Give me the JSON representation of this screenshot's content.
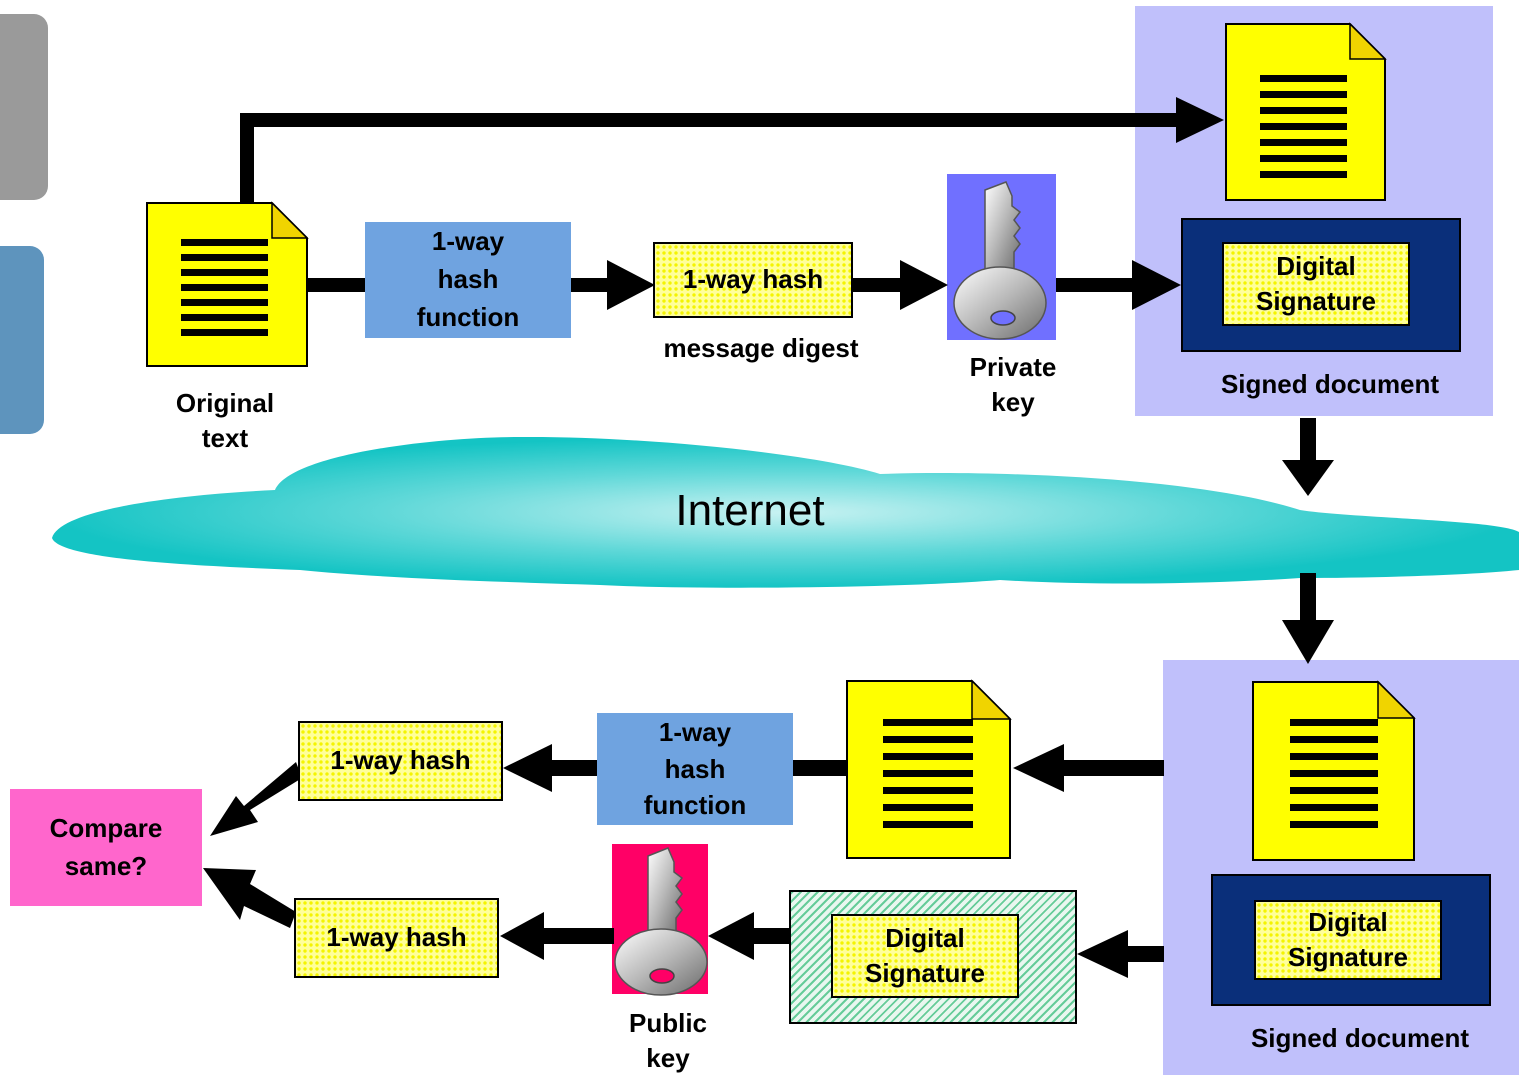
{
  "sender": {
    "original_text_label": "Original\ntext",
    "hash_function_label": "1-way\nhash\nfunction",
    "hash_label": "1-way hash",
    "message_digest_label": "message digest",
    "private_key_label": "Private\nkey",
    "signature_label": "Digital\nSignature",
    "signed_document_label": "Signed document"
  },
  "network": {
    "internet_label": "Internet"
  },
  "receiver": {
    "signed_document_label": "Signed document",
    "signature_label": "Digital\nSignature",
    "extracted_signature_label": "Digital\nSignature",
    "hash_function_label": "1-way\nhash\nfunction",
    "hash_top_label": "1-way hash",
    "hash_bottom_label": "1-way hash",
    "public_key_label": "Public\nkey",
    "compare_label": "Compare\nsame?"
  },
  "colors": {
    "document": "#ffff00",
    "panel": "#c0c0fb",
    "signature_frame": "#0a2f7a",
    "hash_function": "#6fa3e0",
    "cloud": "#14c4c4",
    "compare": "#ff66cc",
    "private_key_bg": "#7070ff",
    "public_key_bg": "#ff0066"
  },
  "icons": [
    "document-icon",
    "key-icon",
    "cloud-icon",
    "arrow-icon"
  ]
}
